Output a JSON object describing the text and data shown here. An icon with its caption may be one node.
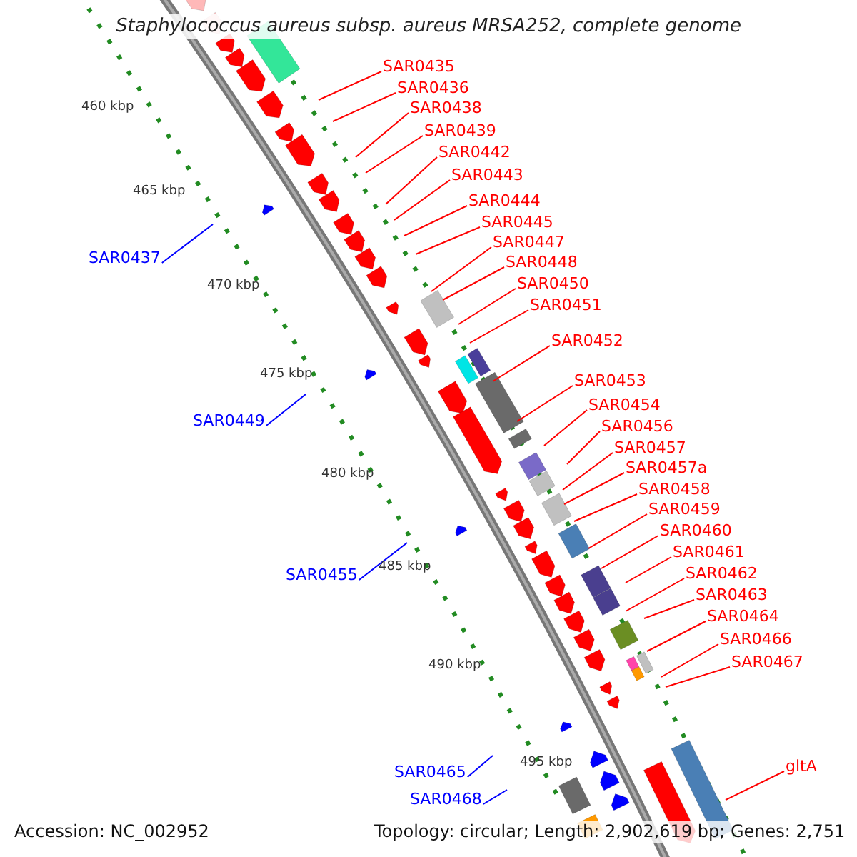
{
  "diagram": {
    "title": "Staphylococcus aureus subsp. aureus MRSA252, complete genome",
    "nodes": [
      {
        "text": [
          "SAR0435"
        ]
      },
      {
        "text": [
          "SAR0436"
        ]
      },
      {
        "text": [
          "SAR0438"
        ]
      },
      {
        "text": [
          "SAR0439"
        ]
      },
      {
        "text": [
          "SAR0442"
        ]
      },
      {
        "text": [
          "SAR0443"
        ]
      },
      {
        "text": [
          "SAR0444"
        ]
      },
      {
        "text": [
          "SAR0445"
        ]
      },
      {
        "text": [
          "SAR0447"
        ]
      },
      {
        "text": [
          "SAR0437"
        ]
      },
      {
        "text": [
          "SAR0448"
        ]
      },
      {
        "text": [
          "SAR0450"
        ]
      },
      {
        "text": [
          "SAR0451"
        ]
      },
      {
        "text": [
          "SAR0452"
        ]
      },
      {
        "text": [
          "SAR0453"
        ]
      },
      {
        "text": [
          "SAR0454"
        ]
      },
      {
        "text": [
          "SAR0449"
        ]
      },
      {
        "text": [
          "SAR0456"
        ]
      },
      {
        "text": [
          "SAR0457"
        ]
      },
      {
        "text": [
          "SAR0457a"
        ]
      },
      {
        "text": [
          "SAR0458"
        ]
      },
      {
        "text": [
          "SAR0459"
        ]
      },
      {
        "text": [
          "SAR0460"
        ]
      },
      {
        "text": [
          "SAR0461"
        ]
      },
      {
        "text": [
          "SAR0462"
        ]
      },
      {
        "text": [
          "SAR0455"
        ]
      },
      {
        "text": [
          "SAR0463"
        ]
      },
      {
        "text": [
          "SAR0464"
        ]
      },
      {
        "text": [
          "SAR0466"
        ]
      },
      {
        "text": [
          "SAR0467"
        ]
      },
      {
        "text": [
          "gltA"
        ]
      },
      {
        "text": [
          "SAR0465"
        ]
      },
      {
        "text": [
          "SAR0468"
        ]
      }
    ],
    "edges": [
      {
        "from": 0,
        "to": null,
        "arrow": "none"
      },
      {
        "from": 1,
        "to": null,
        "arrow": "none"
      },
      {
        "from": 2,
        "to": null,
        "arrow": "none"
      },
      {
        "from": 3,
        "to": null,
        "arrow": "none"
      },
      {
        "from": 4,
        "to": null,
        "arrow": "none"
      },
      {
        "from": 5,
        "to": null,
        "arrow": "none"
      },
      {
        "from": 6,
        "to": null,
        "arrow": "none"
      },
      {
        "from": 7,
        "to": null,
        "arrow": "none"
      },
      {
        "from": 8,
        "to": null,
        "arrow": "none"
      },
      {
        "from": 9,
        "to": null,
        "arrow": "none",
        "color": "#0000ff"
      },
      {
        "from": 10,
        "to": null,
        "arrow": "none"
      },
      {
        "from": 11,
        "to": null,
        "arrow": "none"
      },
      {
        "from": 12,
        "to": null,
        "arrow": "none"
      },
      {
        "from": 13,
        "to": null,
        "arrow": "none"
      },
      {
        "from": 14,
        "to": null,
        "arrow": "none"
      },
      {
        "from": 15,
        "to": null,
        "arrow": "none"
      },
      {
        "from": 16,
        "to": null,
        "arrow": "none",
        "color": "#0000ff"
      },
      {
        "from": 17,
        "to": null,
        "arrow": "none"
      },
      {
        "from": 18,
        "to": null,
        "arrow": "none"
      },
      {
        "from": 19,
        "to": null,
        "arrow": "none"
      },
      {
        "from": 20,
        "to": null,
        "arrow": "none"
      },
      {
        "from": 21,
        "to": null,
        "arrow": "none"
      },
      {
        "from": 22,
        "to": null,
        "arrow": "none"
      },
      {
        "from": 23,
        "to": null,
        "arrow": "none"
      },
      {
        "from": 24,
        "to": null,
        "arrow": "none"
      },
      {
        "from": 25,
        "to": null,
        "arrow": "none",
        "color": "#0000ff"
      },
      {
        "from": 26,
        "to": null,
        "arrow": "none"
      },
      {
        "from": 27,
        "to": null,
        "arrow": "none"
      },
      {
        "from": 28,
        "to": null,
        "arrow": "none"
      },
      {
        "from": 29,
        "to": null,
        "arrow": "none"
      },
      {
        "from": 30,
        "to": null,
        "arrow": "none"
      },
      {
        "from": 31,
        "to": null,
        "arrow": "none",
        "color": "#0000ff"
      },
      {
        "from": 32,
        "to": null,
        "arrow": "none",
        "color": "#0000ff"
      }
    ],
    "labels": [
      "460 kbp",
      "465 kbp",
      "470 kbp",
      "475 kbp",
      "480 kbp",
      "485 kbp",
      "490 kbp",
      "495 kbp",
      "Accession: NC_002952",
      "Topology: circular; Length: 2,902,619 bp; Genes: 2,751"
    ]
  }
}
